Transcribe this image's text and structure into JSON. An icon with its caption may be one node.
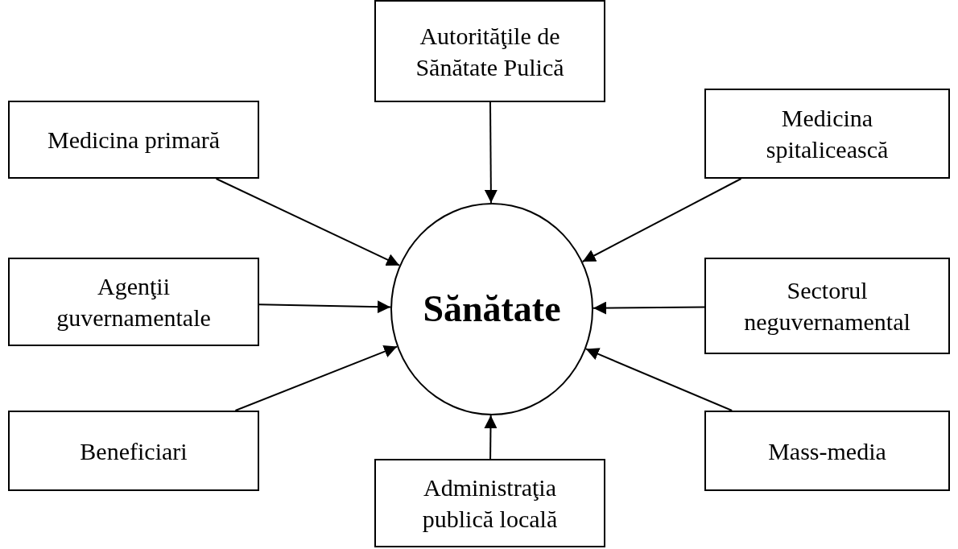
{
  "diagram": {
    "nodes": [
      {
        "text": [
          "Autorităţile de Sănătate Pulică"
        ]
      },
      {
        "text": [
          "Medicina primară"
        ]
      },
      {
        "text": [
          "Medicina spitalicească"
        ]
      },
      {
        "text": [
          "Agenţii guvernamentale"
        ]
      },
      {
        "text": [
          "Sănătate"
        ]
      },
      {
        "text": [
          "Sectorul neguvernamental"
        ]
      },
      {
        "text": [
          "Beneficiari"
        ]
      },
      {
        "text": [
          "Mass-media"
        ]
      },
      {
        "text": [
          "Administraţia publică locală"
        ]
      }
    ],
    "edges": [
      {
        "from": 0,
        "to": 4,
        "arrow": "to"
      },
      {
        "from": 1,
        "to": 4,
        "arrow": "to"
      },
      {
        "from": 2,
        "to": 4,
        "arrow": "to"
      },
      {
        "from": 3,
        "to": 4,
        "arrow": "to"
      },
      {
        "from": 5,
        "to": 4,
        "arrow": "to"
      },
      {
        "from": 6,
        "to": 4,
        "arrow": "to"
      },
      {
        "from": 7,
        "to": 4,
        "arrow": "to"
      },
      {
        "from": 8,
        "to": 4,
        "arrow": "to"
      }
    ]
  }
}
